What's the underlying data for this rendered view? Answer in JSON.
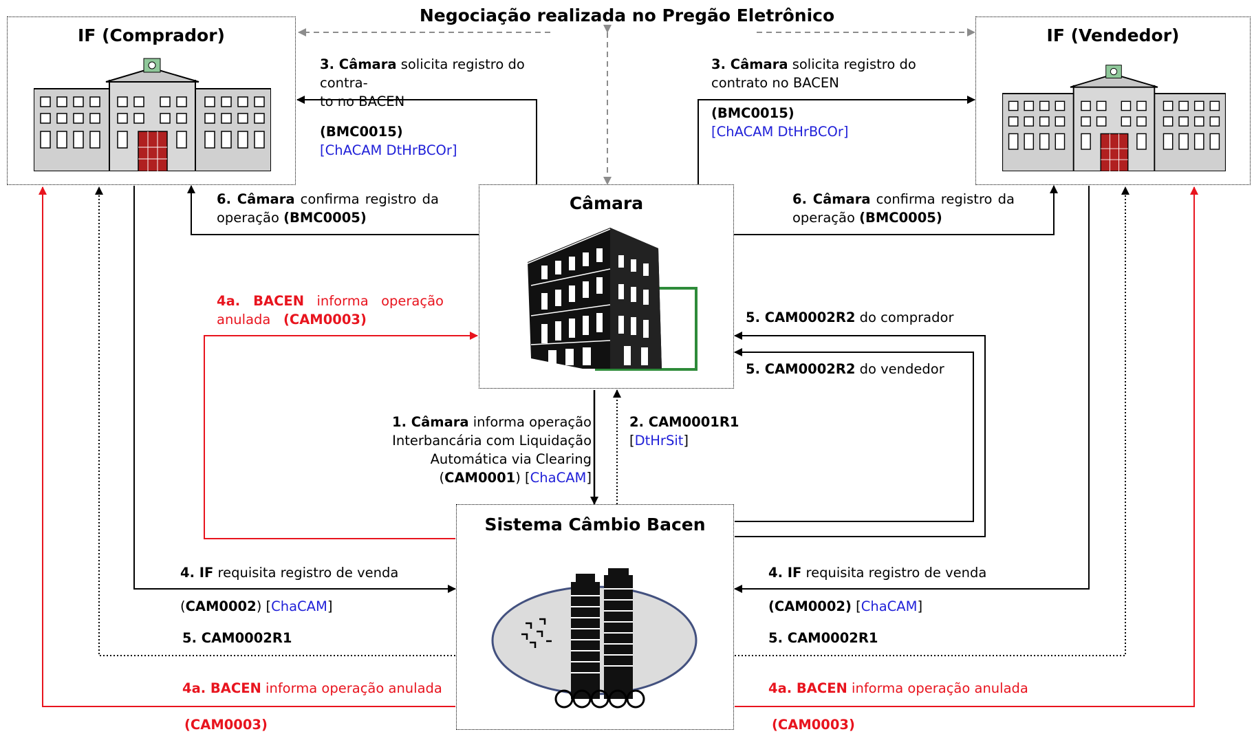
{
  "header": {
    "title": "Negociação realizada no Pregão Eletrônico"
  },
  "boxes": {
    "buyer": {
      "title": "IF (Comprador)"
    },
    "seller": {
      "title": "IF (Vendedor)"
    },
    "camara": {
      "title": "Câmara"
    },
    "bacen": {
      "title": "Sistema Câmbio Bacen"
    }
  },
  "labels": {
    "step3_left": {
      "num": "3. Câmara",
      "text1": " solicita registro do contra-",
      "text2": "to no BACEN",
      "code": "(BMC0015)",
      "fields": "[ChACAM DtHrBCOr]"
    },
    "step3_right": {
      "num": "3. Câmara",
      "text1": " solicita registro do",
      "text2": "contrato no BACEN",
      "code": "(BMC0015)",
      "fields": "[ChACAM DtHrBCOr]"
    },
    "step6_left": {
      "num": "6. Câmara",
      "text1": " confirma registro da",
      "text2": "operação ",
      "code": "(BMC0005)"
    },
    "step6_right": {
      "num": "6. Câmara",
      "text1": " confirma registro da",
      "text2": "operação ",
      "code": "(BMC0005)"
    },
    "step4a_top": {
      "num": "4a. BACEN",
      "text1": " informa operação",
      "text2": "anulada ",
      "code": "(CAM0003)"
    },
    "step5_buyer": {
      "code": "5. CAM0002R2",
      "text": " do comprador"
    },
    "step5_seller": {
      "code": "5. CAM0002R2",
      "text": " do vendedor"
    },
    "step1": {
      "num": "1. Câmara",
      "line1": " informa operação",
      "line2": "Interbancária com Liquidação",
      "line3": "Automática via Clearing",
      "open": "(",
      "code": "CAM0001",
      "close": ") [",
      "fields": "ChaCAM",
      "end": "]"
    },
    "step2": {
      "code": "2. CAM0001R1",
      "open": "[",
      "fields": "DtHrSit",
      "close": "]"
    },
    "step4_left": {
      "num": "4. IF",
      "text": " requisita registro de venda",
      "open": "(",
      "code": "CAM0002",
      "close": ") [",
      "fields": "ChaCAM",
      "end": "]"
    },
    "step4_right": {
      "num": "4. IF",
      "text": " requisita registro de venda",
      "code": "(CAM0002)",
      "open": " [",
      "fields": "ChaCAM",
      "end": "]"
    },
    "step5r1_left": {
      "code": "5. CAM0002R1"
    },
    "step5r1_right": {
      "code": "5. CAM0002R1"
    },
    "step4a_left": {
      "num": "4a. BACEN",
      "text": " informa operação anulada",
      "code": "(CAM0003)"
    },
    "step4a_right": {
      "num": "4a. BACEN",
      "text": " informa operação anulada",
      "code": "(CAM0003)"
    }
  },
  "colors": {
    "request": "#000000",
    "annul": "#e8141e",
    "fields": "#1f1fd8",
    "negotiation": "#8c8c8c",
    "camara_frame": "#2e8b3a"
  },
  "icons": {
    "buyer": "bank-building-icon",
    "seller": "bank-building-icon",
    "camara": "camara-building-icon",
    "bacen": "bacen-tower-icon"
  }
}
